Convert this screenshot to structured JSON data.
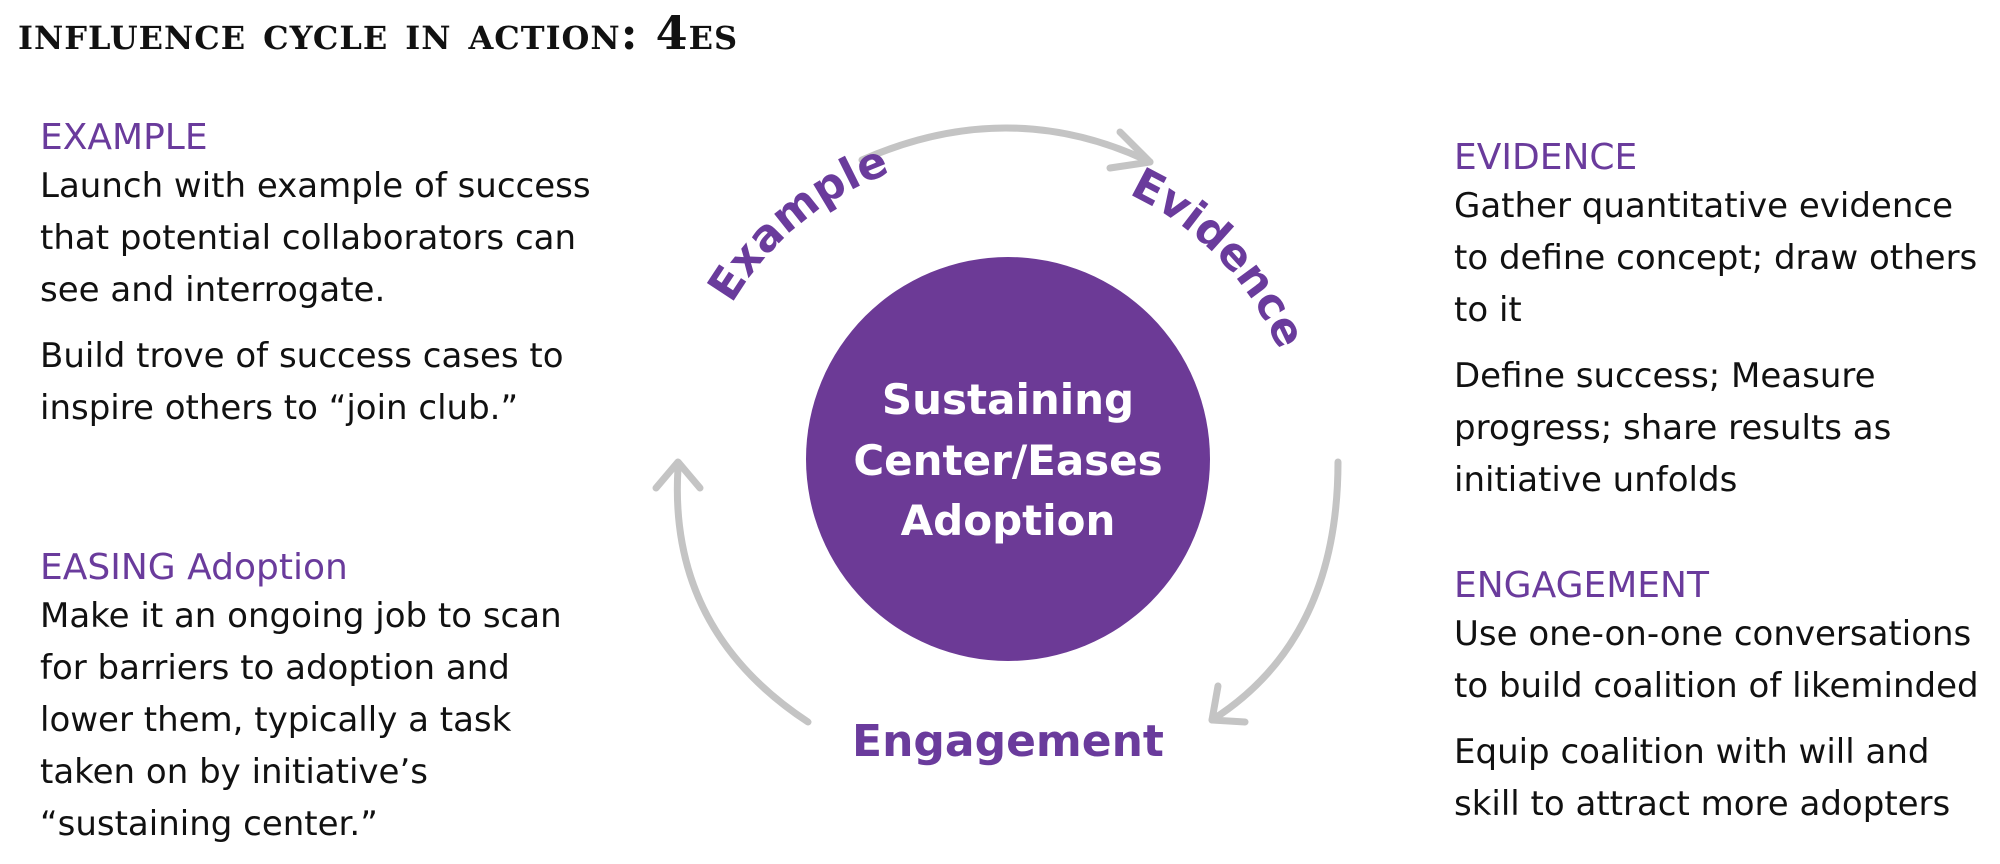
{
  "title": "Influence Cycle in Action: 4Es",
  "colors": {
    "accent": "#6a3b9c",
    "circle": "#6c3a96",
    "arrow": "#c4c4c4",
    "text": "#111111"
  },
  "center": {
    "line1": "Sustaining",
    "line2": "Center/Eases",
    "line3": "Adoption"
  },
  "cycle_labels": {
    "example": "Example",
    "evidence": "Evidence",
    "engagement": "Engagement"
  },
  "sections": {
    "example": {
      "heading": "EXAMPLE",
      "paragraphs": [
        "Launch with example of success that potential collaborators can see and interrogate.",
        "Build trove of success cases to inspire others to “join club.”"
      ]
    },
    "easing": {
      "heading": "EASING Adoption",
      "paragraphs": [
        "Make it an ongoing job to scan for barriers to adoption and lower them, typically a task taken on by initiative’s “sustaining center.”"
      ]
    },
    "evidence": {
      "heading": "EVIDENCE",
      "paragraphs": [
        "Gather quantitative evidence to define concept; draw others to it",
        "Define success; Measure progress; share results as initiative unfolds"
      ]
    },
    "engagement": {
      "heading": "ENGAGEMENT",
      "paragraphs": [
        "Use one-on-one conversations to build coalition of likeminded",
        "Equip coalition with will and skill to attract more adopters"
      ]
    }
  }
}
